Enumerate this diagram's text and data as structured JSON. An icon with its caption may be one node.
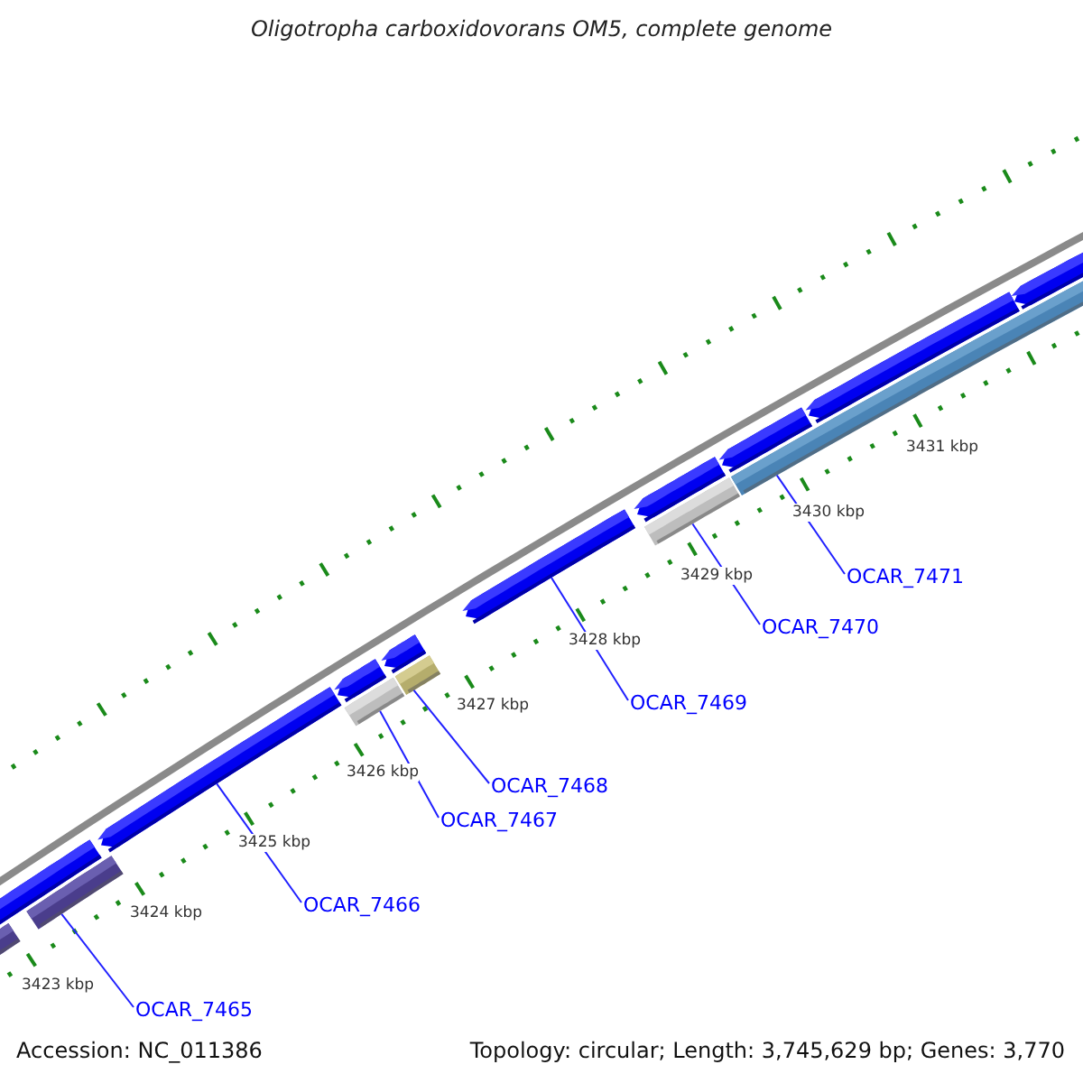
{
  "diagram": {
    "title": "Oligotropha carboxidovorans OM5, complete genome",
    "nodes": [
      {
        "text": [
          "OCAR_7465"
        ]
      },
      {
        "text": [
          "OCAR_7466"
        ]
      },
      {
        "text": [
          "OCAR_7467"
        ]
      },
      {
        "text": [
          "OCAR_7468"
        ]
      },
      {
        "text": [
          "OCAR_7469"
        ]
      },
      {
        "text": [
          "OCAR_7470"
        ]
      },
      {
        "text": [
          "OCAR_7471"
        ]
      },
      {
        "text": [],
        "shape": "bar"
      },
      {
        "text": [],
        "shape": "bar"
      },
      {
        "text": [],
        "shape": "bar"
      },
      {
        "text": [],
        "shape": "bar"
      },
      {
        "text": [],
        "shape": "bar"
      },
      {
        "text": [],
        "shape": "bar"
      },
      {
        "text": [],
        "shape": "bar"
      }
    ],
    "edges": [
      {
        "from": 0,
        "to": 7,
        "arrow": "none"
      },
      {
        "from": 1,
        "to": 8,
        "arrow": "none"
      },
      {
        "from": 2,
        "to": 9,
        "arrow": "none"
      },
      {
        "from": 3,
        "to": 10,
        "arrow": "none"
      },
      {
        "from": 4,
        "to": 11,
        "arrow": "none"
      },
      {
        "from": 5,
        "to": 12,
        "arrow": "none"
      },
      {
        "from": 6,
        "to": 13,
        "arrow": "none"
      }
    ],
    "labels": [
      "3423 kbp",
      "3424 kbp",
      "3425 kbp",
      "3426 kbp",
      "3427 kbp",
      "3428 kbp",
      "3429 kbp",
      "3430 kbp",
      "3431 kbp",
      "Accession: NC_011386",
      "Topology: circular; Length: 3,745,629 bp; Genes: 3,770"
    ]
  }
}
